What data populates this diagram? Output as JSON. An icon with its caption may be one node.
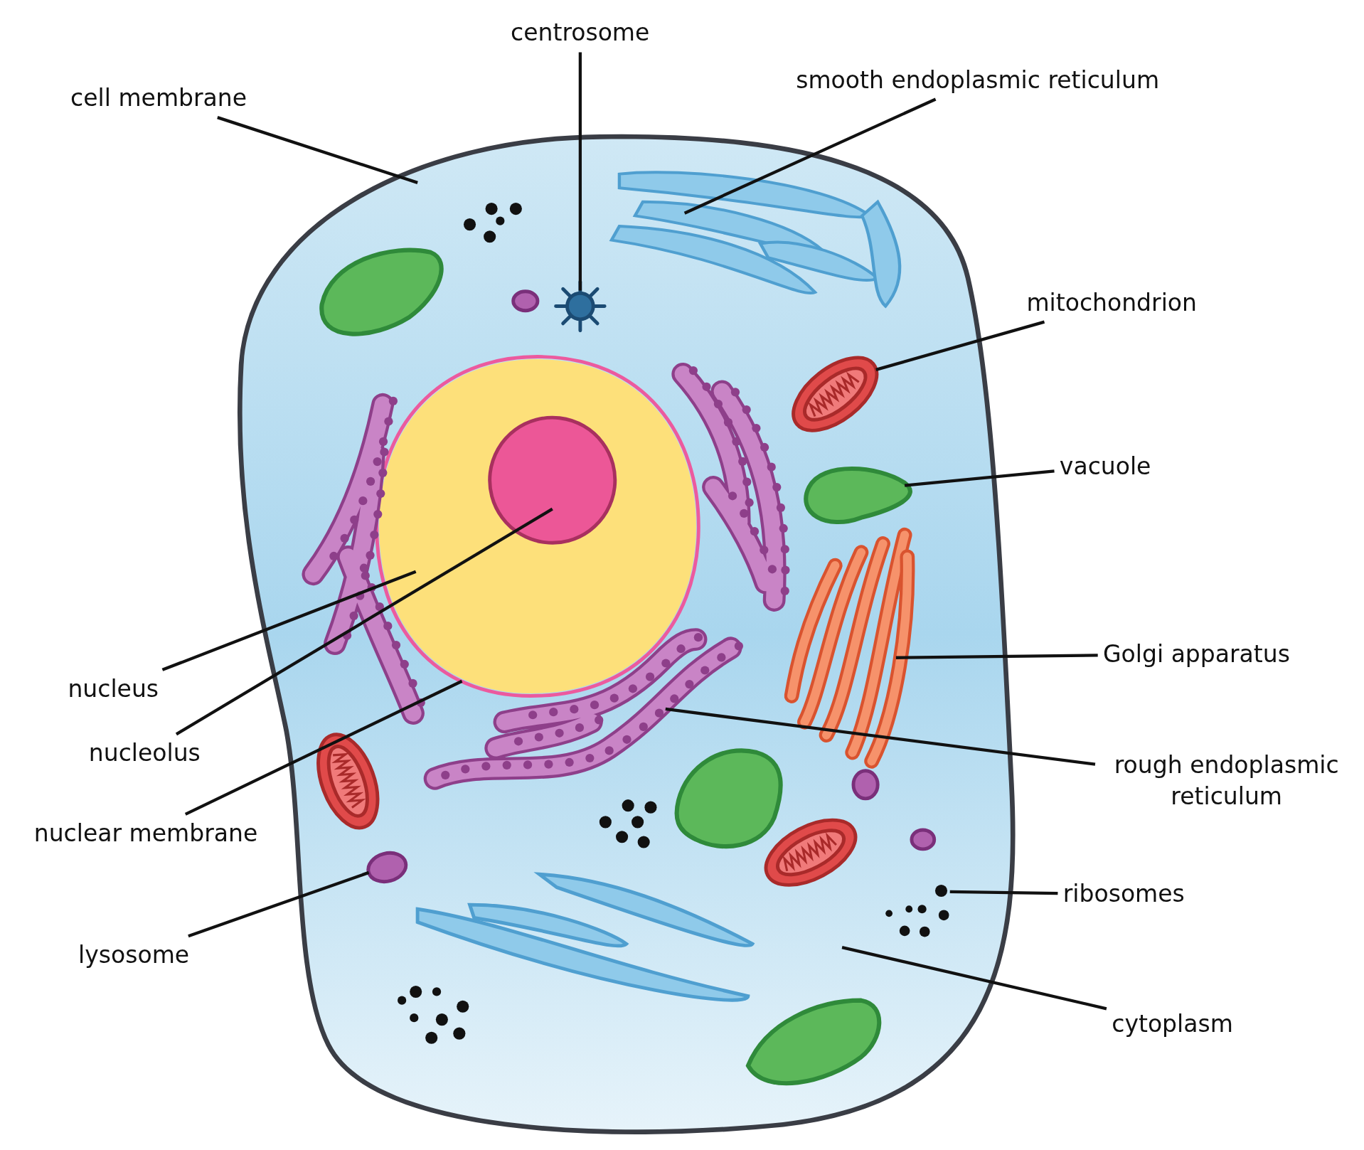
{
  "diagram": {
    "nodes": [
      {
        "text": [
          "centrosome"
        ]
      },
      {
        "text": [
          "cell membrane"
        ]
      },
      {
        "text": [
          "smooth endoplasmic reticulum"
        ]
      },
      {
        "text": [
          "mitochondrion"
        ]
      },
      {
        "text": [
          "vacuole"
        ]
      },
      {
        "text": [
          "nucleus"
        ]
      },
      {
        "text": [
          "Golgi apparatus"
        ]
      },
      {
        "text": [
          "nucleolus"
        ]
      },
      {
        "text": [
          "rough endoplasmic reticulum"
        ]
      },
      {
        "text": [
          "nuclear membrane"
        ]
      },
      {
        "text": [
          "ribosomes"
        ]
      },
      {
        "text": [
          "lysosome"
        ]
      },
      {
        "text": [
          "cytoplasm"
        ]
      },
      {
        "text": [],
        "shape": "picture"
      },
      {
        "text": [],
        "shape": "picture",
        "in": 13
      },
      {
        "text": [],
        "shape": "picture",
        "in": 14
      },
      {
        "text": [],
        "shape": "picture",
        "in": 14
      },
      {
        "text": [],
        "shape": "picture",
        "in": 14
      },
      {
        "text": [],
        "shape": "picture",
        "in": 14
      },
      {
        "text": [],
        "shape": "picture",
        "in": 14
      },
      {
        "text": [],
        "shape": "picture",
        "in": 19
      },
      {
        "text": [],
        "shape": "circle",
        "in": 20
      },
      {
        "text": [],
        "shape": "picture",
        "in": 14
      },
      {
        "text": [],
        "shape": "picture",
        "in": 14
      },
      {
        "text": [],
        "shape": "picture",
        "in": 14
      },
      {
        "text": [],
        "shape": "circle",
        "in": 14
      }
    ],
    "edges": [
      {
        "from": 0,
        "to": 15,
        "arrow": "none"
      },
      {
        "from": 1,
        "to": 13,
        "arrow": "none"
      },
      {
        "from": 2,
        "to": 16,
        "arrow": "none"
      },
      {
        "from": 3,
        "to": 17,
        "arrow": "none"
      },
      {
        "from": 4,
        "to": 18,
        "arrow": "none"
      },
      {
        "from": 5,
        "to": 20,
        "arrow": "none"
      },
      {
        "from": 6,
        "to": 22,
        "arrow": "none"
      },
      {
        "from": 7,
        "to": 21,
        "arrow": "none"
      },
      {
        "from": 8,
        "to": 23,
        "arrow": "none"
      },
      {
        "from": 9,
        "to": 19,
        "arrow": "none"
      },
      {
        "from": 10,
        "to": 24,
        "arrow": "none"
      },
      {
        "from": 11,
        "to": 25,
        "arrow": "none"
      },
      {
        "from": 12,
        "to": 14,
        "arrow": "none"
      }
    ]
  }
}
